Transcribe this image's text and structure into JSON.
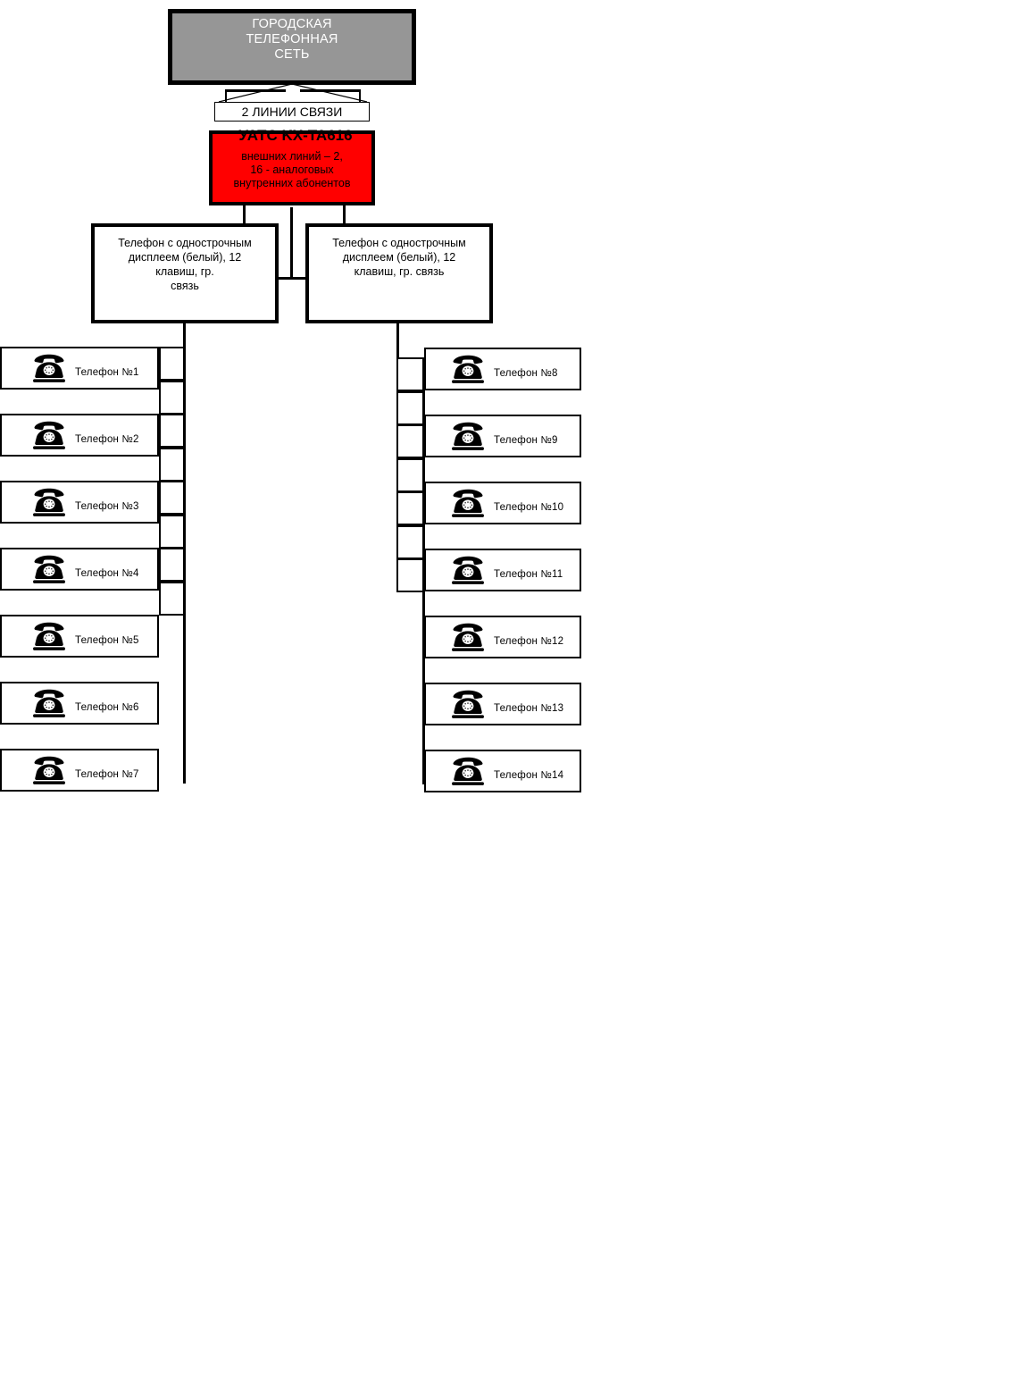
{
  "diagram": {
    "title_node": {
      "text": "ГОРОДСКАЯ\nТЕЛЕФОННАЯ\nСЕТЬ",
      "fill": "#969696",
      "text_color": "#ffffff"
    },
    "trunk_label": {
      "text": "2 ЛИНИИ СВЯЗИ"
    },
    "pbx": {
      "title": "УАТС KX-TA616",
      "body": "внешних линий – 2,\n16 - аналоговых\nвнутренних абонентов",
      "fill": "#FF0000",
      "text_color": "#000000"
    },
    "mid_nodes": [
      {
        "id": "mid-left",
        "text": "Телефон с однострочным\nдисплеем (белый), 12\nклавиш, гр.\nсвязь"
      },
      {
        "id": "mid-right",
        "text": "Телефон с однострочным\nдисплеем (белый), 12\nклавиш, гр. связь"
      }
    ],
    "left_column": {
      "icon": "telephone-icon",
      "phones": [
        {
          "label": "Телефон №1"
        },
        {
          "label": "Телефон №2"
        },
        {
          "label": "Телефон №3"
        },
        {
          "label": "Телефон №4"
        },
        {
          "label": "Телефон №5"
        },
        {
          "label": "Телефон №6"
        },
        {
          "label": "Телефон №7"
        }
      ]
    },
    "right_column": {
      "icon": "telephone-icon",
      "phones": [
        {
          "label": "Телефон №8"
        },
        {
          "label": "Телефон №9"
        },
        {
          "label": "Телефон №10"
        },
        {
          "label": "Телефон №11"
        },
        {
          "label": "Телефон №12"
        },
        {
          "label": "Телефон №13"
        },
        {
          "label": "Телефон №14"
        }
      ]
    }
  }
}
